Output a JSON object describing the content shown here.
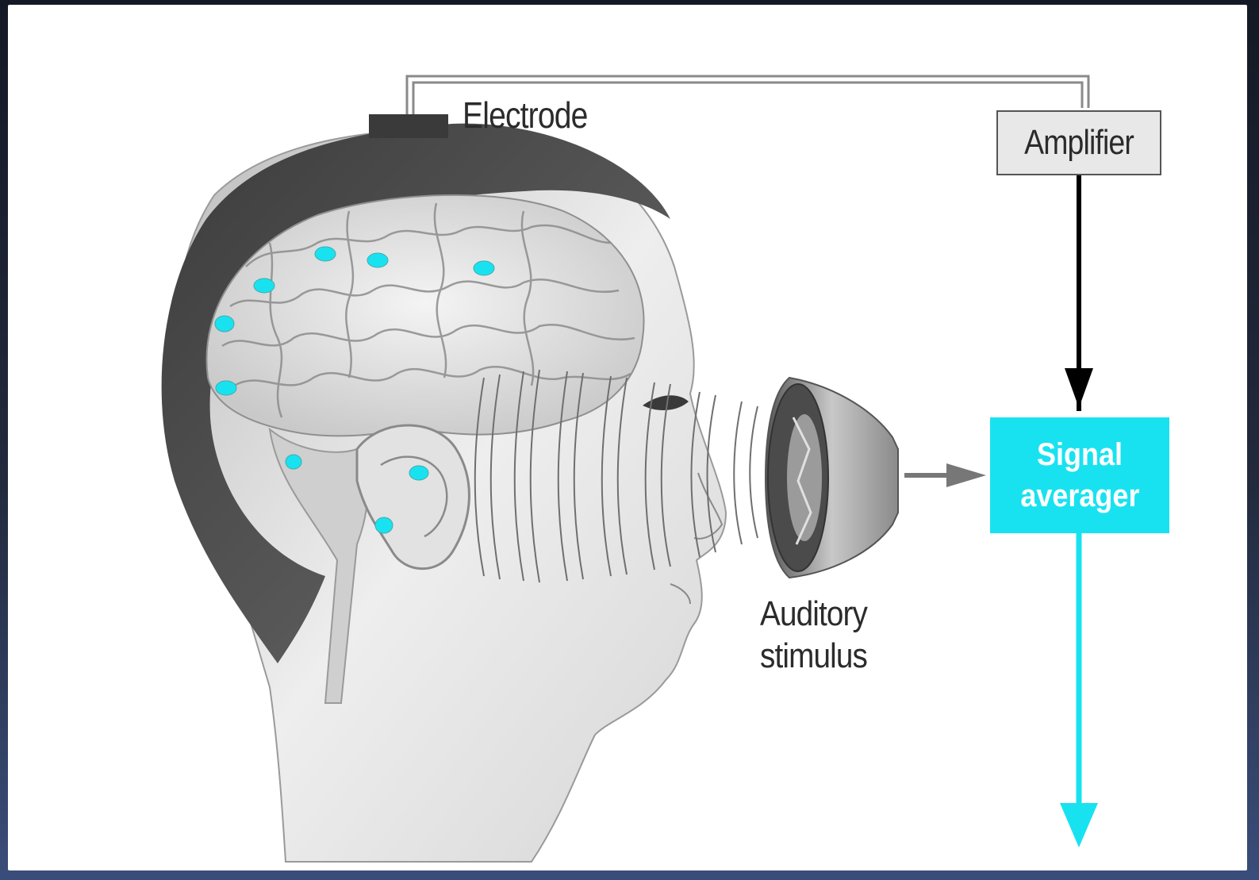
{
  "labels": {
    "electrode": "Electrode",
    "amplifier": "Amplifier",
    "signal_averager_line1": "Signal",
    "signal_averager_line2": "averager",
    "auditory_stimulus_line1": "Auditory",
    "auditory_stimulus_line2": "stimulus"
  },
  "colors": {
    "accent_cyan": "#19e2f0",
    "wire": "#888888",
    "arrow_black": "#000000",
    "head_dark": "#4a4a4a",
    "skin": "#e6e6e6"
  },
  "icons": {
    "electrode": "electrode-pad",
    "speaker": "speaker-cone",
    "sound_waves": "sound-waves"
  }
}
